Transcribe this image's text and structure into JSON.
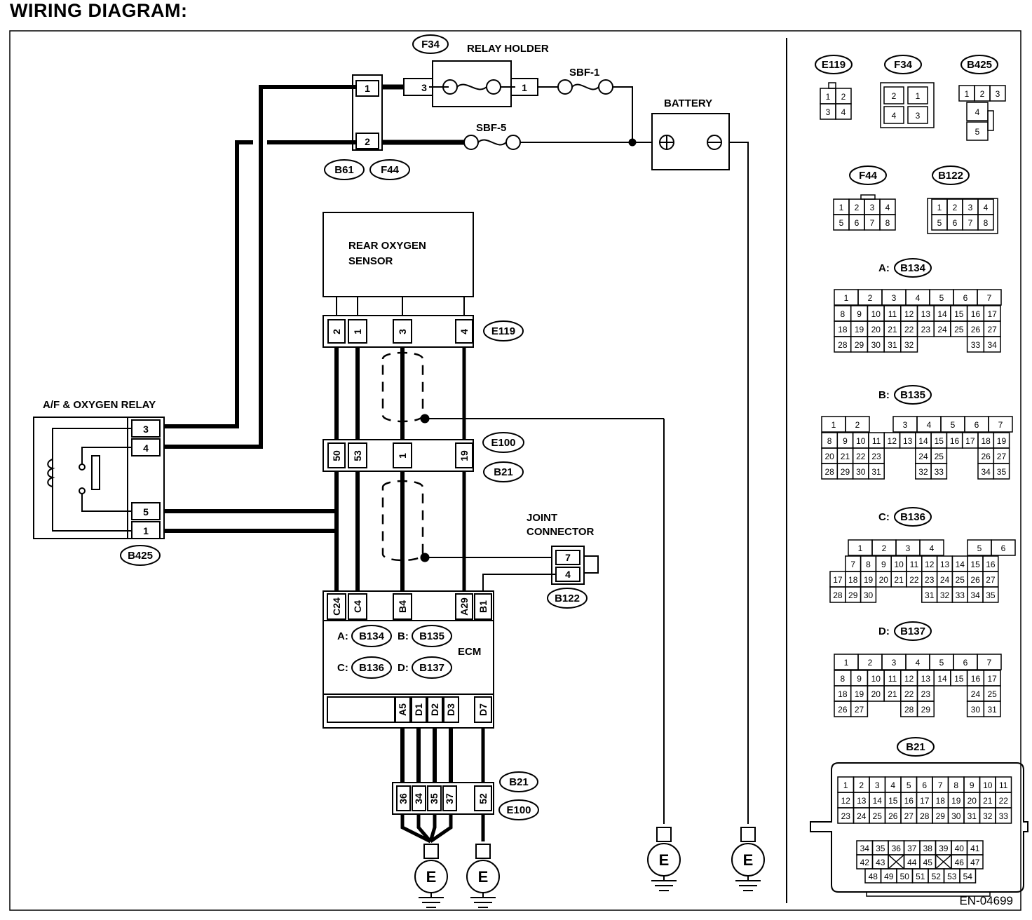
{
  "title": "WIRING DIAGRAM:",
  "doc_code": "EN-04699",
  "labels": {
    "relay_holder": "RELAY HOLDER",
    "battery": "BATTERY",
    "sbf1": "SBF-1",
    "sbf5": "SBF-5",
    "rear_o2_1": "REAR OXYGEN",
    "rear_o2_2": "SENSOR",
    "af_relay": "A/F & OXYGEN RELAY",
    "joint_1": "JOINT",
    "joint_2": "CONNECTOR",
    "ecm": "ECM",
    "a_prefix": "A:",
    "b_prefix": "B:",
    "c_prefix": "C:",
    "d_prefix": "D:",
    "ground": "E"
  },
  "connectors": {
    "F34": "F34",
    "B61": "B61",
    "F44": "F44",
    "E119": "E119",
    "E100": "E100",
    "B21": "B21",
    "B425": "B425",
    "B122": "B122",
    "B134": "B134",
    "B135": "B135",
    "B136": "B136",
    "B137": "B137"
  },
  "pins": {
    "relay_holder": [
      "3",
      "1"
    ],
    "f44_block": [
      "1",
      "2"
    ],
    "e119_row": [
      "2",
      "1",
      "3",
      "4"
    ],
    "e100_row": [
      "50",
      "53",
      "1",
      "19"
    ],
    "relay": [
      "3",
      "4",
      "5",
      "1"
    ],
    "joint": [
      "7",
      "4"
    ],
    "ecm_top": [
      "C24",
      "C4",
      "B4",
      "A29",
      "B1"
    ],
    "ecm_bottom": [
      "A5",
      "D1",
      "D2",
      "D3",
      "D7"
    ],
    "b21_bottom": [
      "36",
      "34",
      "35",
      "37",
      "52"
    ]
  },
  "legend": {
    "A_prefix": "A:",
    "B_prefix": "B:",
    "C_prefix": "C:",
    "D_prefix": "D:",
    "e119": [
      "1",
      "2",
      "3",
      "4"
    ],
    "f34": [
      "2",
      "1",
      "4",
      "3"
    ],
    "b425": [
      "1",
      "2",
      "3",
      "4",
      "5"
    ],
    "f44": [
      "1",
      "2",
      "3",
      "4",
      "5",
      "6",
      "7",
      "8"
    ],
    "b122": [
      "1",
      "2",
      "3",
      "4",
      "5",
      "6",
      "7",
      "8"
    ],
    "b134": [
      [
        "1",
        "2",
        "3",
        "4",
        "5",
        "6",
        "7"
      ],
      [
        "8",
        "9",
        "10",
        "11",
        "12",
        "13",
        "14",
        "15",
        "16",
        "17"
      ],
      [
        "18",
        "19",
        "20",
        "21",
        "22",
        "23",
        "24",
        "25",
        "26",
        "27"
      ],
      [
        "28",
        "29",
        "30",
        "31",
        "32",
        "",
        "",
        "",
        "33",
        "34"
      ]
    ],
    "b135": [
      [
        "1",
        "2",
        "",
        "3",
        "4",
        "5",
        "6",
        "7"
      ],
      [
        "8",
        "9",
        "10",
        "11",
        "12",
        "13",
        "14",
        "15",
        "16",
        "17",
        "18",
        "19"
      ],
      [
        "20",
        "21",
        "22",
        "23",
        "",
        "",
        "24",
        "25",
        "",
        "",
        "26",
        "27"
      ],
      [
        "28",
        "29",
        "30",
        "31",
        "",
        "",
        "32",
        "33",
        "",
        "",
        "34",
        "35"
      ]
    ],
    "b136": [
      [
        "",
        "1",
        "2",
        "3",
        "4",
        "",
        "5",
        "6"
      ],
      [
        "",
        "7",
        "8",
        "9",
        "10",
        "11",
        "12",
        "13",
        "14",
        "15",
        "16"
      ],
      [
        "17",
        "18",
        "19",
        "20",
        "21",
        "22",
        "23",
        "24",
        "25",
        "26",
        "27"
      ],
      [
        "28",
        "29",
        "30",
        "",
        "",
        "",
        "31",
        "32",
        "33",
        "34",
        "35"
      ]
    ],
    "b137": [
      [
        "1",
        "2",
        "3",
        "4",
        "5",
        "6",
        "7"
      ],
      [
        "8",
        "9",
        "10",
        "11",
        "12",
        "13",
        "14",
        "15",
        "16",
        "17"
      ],
      [
        "18",
        "19",
        "20",
        "21",
        "22",
        "23",
        "",
        "",
        "24",
        "25"
      ],
      [
        "26",
        "27",
        "",
        "",
        "28",
        "29",
        "",
        "",
        "30",
        "31"
      ]
    ],
    "b21": [
      [
        "1",
        "2",
        "3",
        "4",
        "5",
        "6",
        "7",
        "8",
        "9",
        "10",
        "11"
      ],
      [
        "12",
        "13",
        "14",
        "15",
        "16",
        "17",
        "18",
        "19",
        "20",
        "21",
        "22"
      ],
      [
        "23",
        "24",
        "25",
        "26",
        "27",
        "28",
        "29",
        "30",
        "31",
        "32",
        "33"
      ],
      [
        "34",
        "35",
        "36",
        "37",
        "38",
        "39",
        "40",
        "41"
      ],
      [
        "42",
        "43",
        "X",
        "44",
        "45",
        "X",
        "46",
        "47"
      ],
      [
        "48",
        "49",
        "50",
        "51",
        "52",
        "53",
        "54"
      ]
    ]
  }
}
